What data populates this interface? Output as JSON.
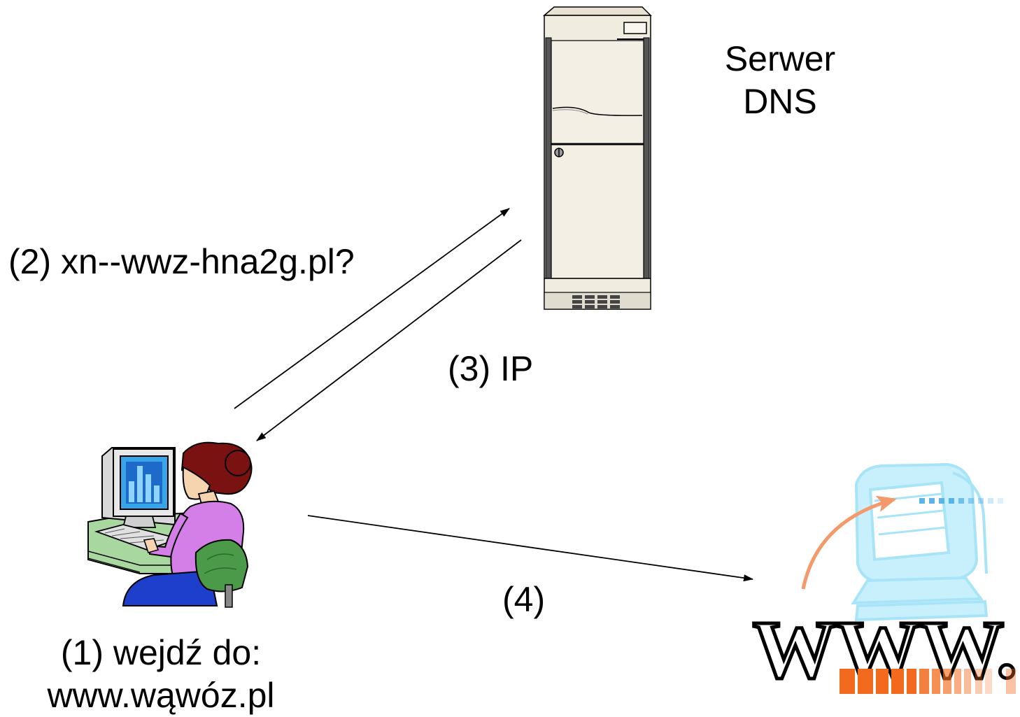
{
  "server": {
    "label_line1": "Serwer",
    "label_line2": "DNS"
  },
  "steps": {
    "query": "(2) xn--wwz-hna2g.pl?",
    "response": "(3) IP",
    "connect": "(4)"
  },
  "user": {
    "line1": "(1) wejdź do:",
    "line2": "www.wąwóz.pl"
  },
  "web": {
    "logo_text": "WWW."
  },
  "colors": {
    "server_body": "#f0ece0",
    "hair": "#7a1212",
    "shirt": "#d47ee8",
    "pants": "#1e3fcc",
    "chair": "#4a9a4a",
    "desk": "#a8d8a0",
    "monitor_screen": "#3aa4e8",
    "web_monitor": "#a8e4f8",
    "web_arrow": "#f49a6a",
    "web_bar_orange": "#f26a1e",
    "web_bar_blue": "#5ab4e8"
  }
}
